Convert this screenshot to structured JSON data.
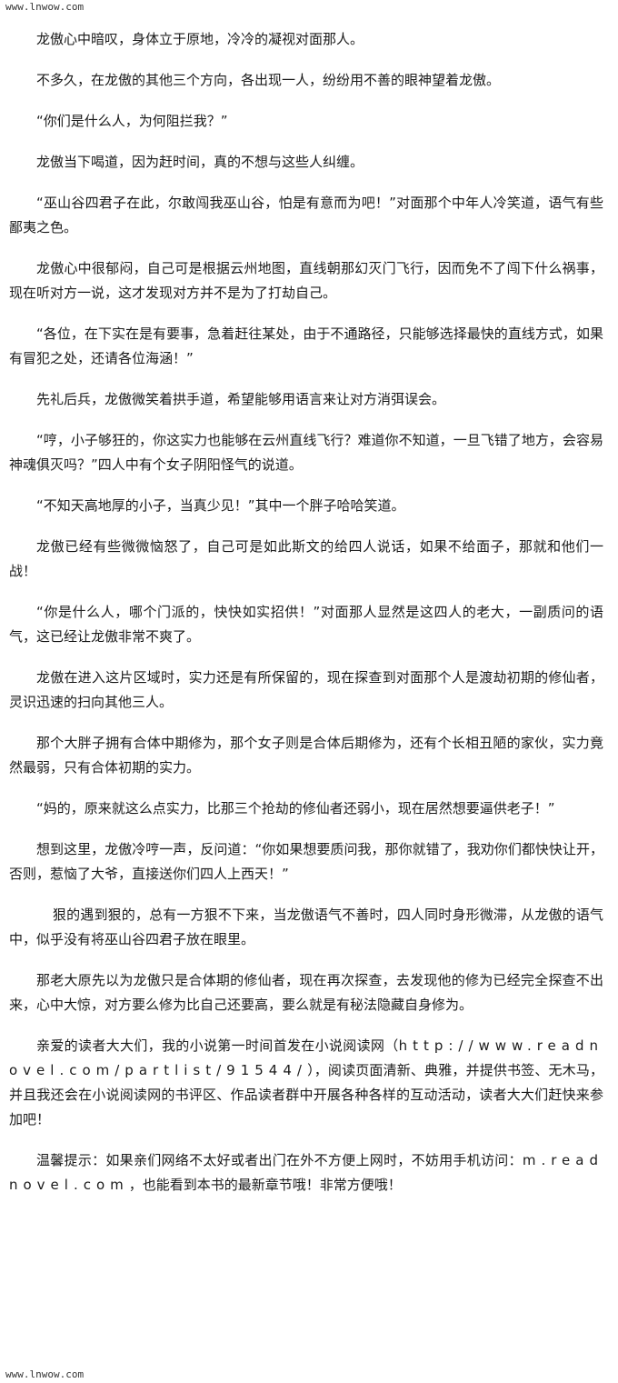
{
  "watermark": {
    "top": "www.lnwow.com",
    "bottom": "www.lnwow.com"
  },
  "paragraphs": [
    "龙傲心中暗叹，身体立于原地，冷冷的凝视对面那人。",
    "不多久，在龙傲的其他三个方向，各出现一人，纷纷用不善的眼神望着龙傲。",
    "“你们是什么人，为何阻拦我？”",
    "龙傲当下喝道，因为赶时间，真的不想与这些人纠缠。",
    "“巫山谷四君子在此，尔敢闯我巫山谷，怕是有意而为吧！”对面那个中年人冷笑道，语气有些鄙夷之色。",
    "龙傲心中很郁闷，自己可是根据云州地图，直线朝那幻灭门飞行，因而免不了闯下什么祸事，现在听对方一说，这才发现对方并不是为了打劫自己。",
    "“各位，在下实在是有要事，急着赶往某处，由于不通路径，只能够选择最快的直线方式，如果有冒犯之处，还请各位海涵！”",
    "先礼后兵，龙傲微笑着拱手道，希望能够用语言来让对方消弭误会。",
    "“哼，小子够狂的，你这实力也能够在云州直线飞行？难道你不知道，一旦飞错了地方，会容易神魂俱灭吗？”四人中有个女子阴阳怪气的说道。",
    "“不知天高地厚的小子，当真少见！”其中一个胖子哈哈笑道。",
    "龙傲已经有些微微恼怒了，自己可是如此斯文的给四人说话，如果不给面子，那就和他们一战！",
    "“你是什么人，哪个门派的，快快如实招供！”对面那人显然是这四人的老大，一副质问的语气，这已经让龙傲非常不爽了。",
    "龙傲在进入这片区域时，实力还是有所保留的，现在探查到对面那个人是渡劫初期的修仙者，灵识迅速的扫向其他三人。",
    "那个大胖子拥有合体中期修为，那个女子则是合体后期修为，还有个长相丑陋的家伙，实力竟然最弱，只有合体初期的实力。",
    "“妈的，原来就这么点实力，比那三个抢劫的修仙者还弱小，现在居然想要逼供老子！”",
    "想到这里，龙傲冷哼一声，反问道：“你如果想要质问我，那你就错了，我劝你们都快快让开，否则，惹恼了大爷，直接送你们四人上西天！”",
    "狠的遇到狠的，总有一方狠不下来，当龙傲语气不善时，四人同时身形微滞，从龙傲的语气中，似乎没有将巫山谷四君子放在眼里。",
    "那老大原先以为龙傲只是合体期的修仙者，现在再次探查，去发现他的修为已经完全探查不出来，心中大惊，对方要么修为比自己还要高，要么就是有秘法隐藏自身修为。"
  ],
  "promo": {
    "lead": "亲爱的读者大大们，我的小说第一时间首发在小说阅读网（",
    "url": "http://www.readnovel.com/partlist/91544/",
    "tail": "），阅读页面清新、典雅，并提供书签、无木马，并且我还会在小说阅读网的书评区、作品读者群中开展各种各样的互动活动，读者大大们赶快来参加吧！"
  },
  "tip": {
    "lead": "温馨提示：如果亲们网络不太好或者出门在外不方便上网时，不妨用手机访问：",
    "url": "m.readnovel.com",
    "tail": "，也能看到本书的最新章节哦！非常方便哦！"
  }
}
